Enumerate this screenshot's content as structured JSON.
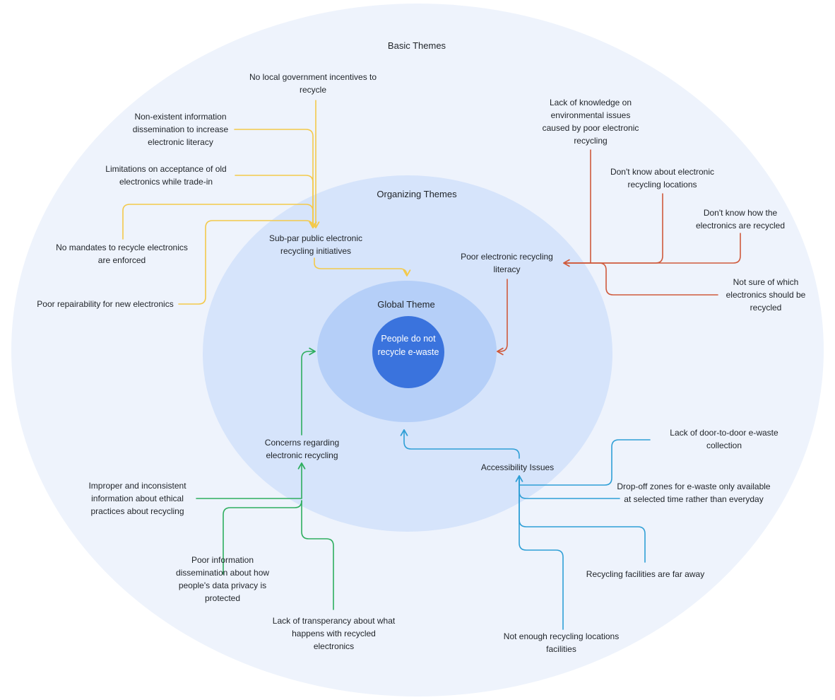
{
  "layers": {
    "outer_label": "Basic Themes",
    "middle_label": "Organizing Themes",
    "inner_label": "Global Theme"
  },
  "global_theme": "People do not recycle e-waste",
  "organizing_themes": {
    "public_initiatives": "Sub-par public electronic recycling initiatives",
    "literacy": "Poor electronic recycling literacy",
    "concerns": "Concerns regarding electronic recycling",
    "accessibility": "Accessibility Issues"
  },
  "basic_themes": {
    "yellow": [
      "No local government incentives to recycle",
      "Non-existent information dissemination to increase electronic literacy",
      "Limitations on acceptance of old electronics while trade-in",
      "No mandates to recycle electronics are enforced",
      "Poor repairability for new electronics"
    ],
    "red": [
      "Lack of knowledge on environmental issues caused by poor electronic recycling",
      "Don't know about electronic recycling locations",
      "Don't know how the electronics are recycled",
      "Not sure of which electronics should be recycled"
    ],
    "green": [
      "Improper and inconsistent information about ethical practices about recycling",
      "Poor information dissemination about how people's data privacy is protected",
      "Lack of transperancy about what happens with recycled electronics"
    ],
    "blue": [
      "Lack of door-to-door e-waste collection",
      "Drop-off zones for e-waste only available at selected time rather than everyday",
      "Recycling facilities are far away",
      "Not enough recycling locations facilities"
    ]
  },
  "colors": {
    "outer_fill": "#eef3fc",
    "middle_fill": "#d6e4fb",
    "inner_fill": "#b5cff8",
    "core_fill": "#3a73dd",
    "yellow": "#f3c94a",
    "red": "#cf5a3c",
    "green": "#2eae5f",
    "blue": "#2f9fd6"
  }
}
